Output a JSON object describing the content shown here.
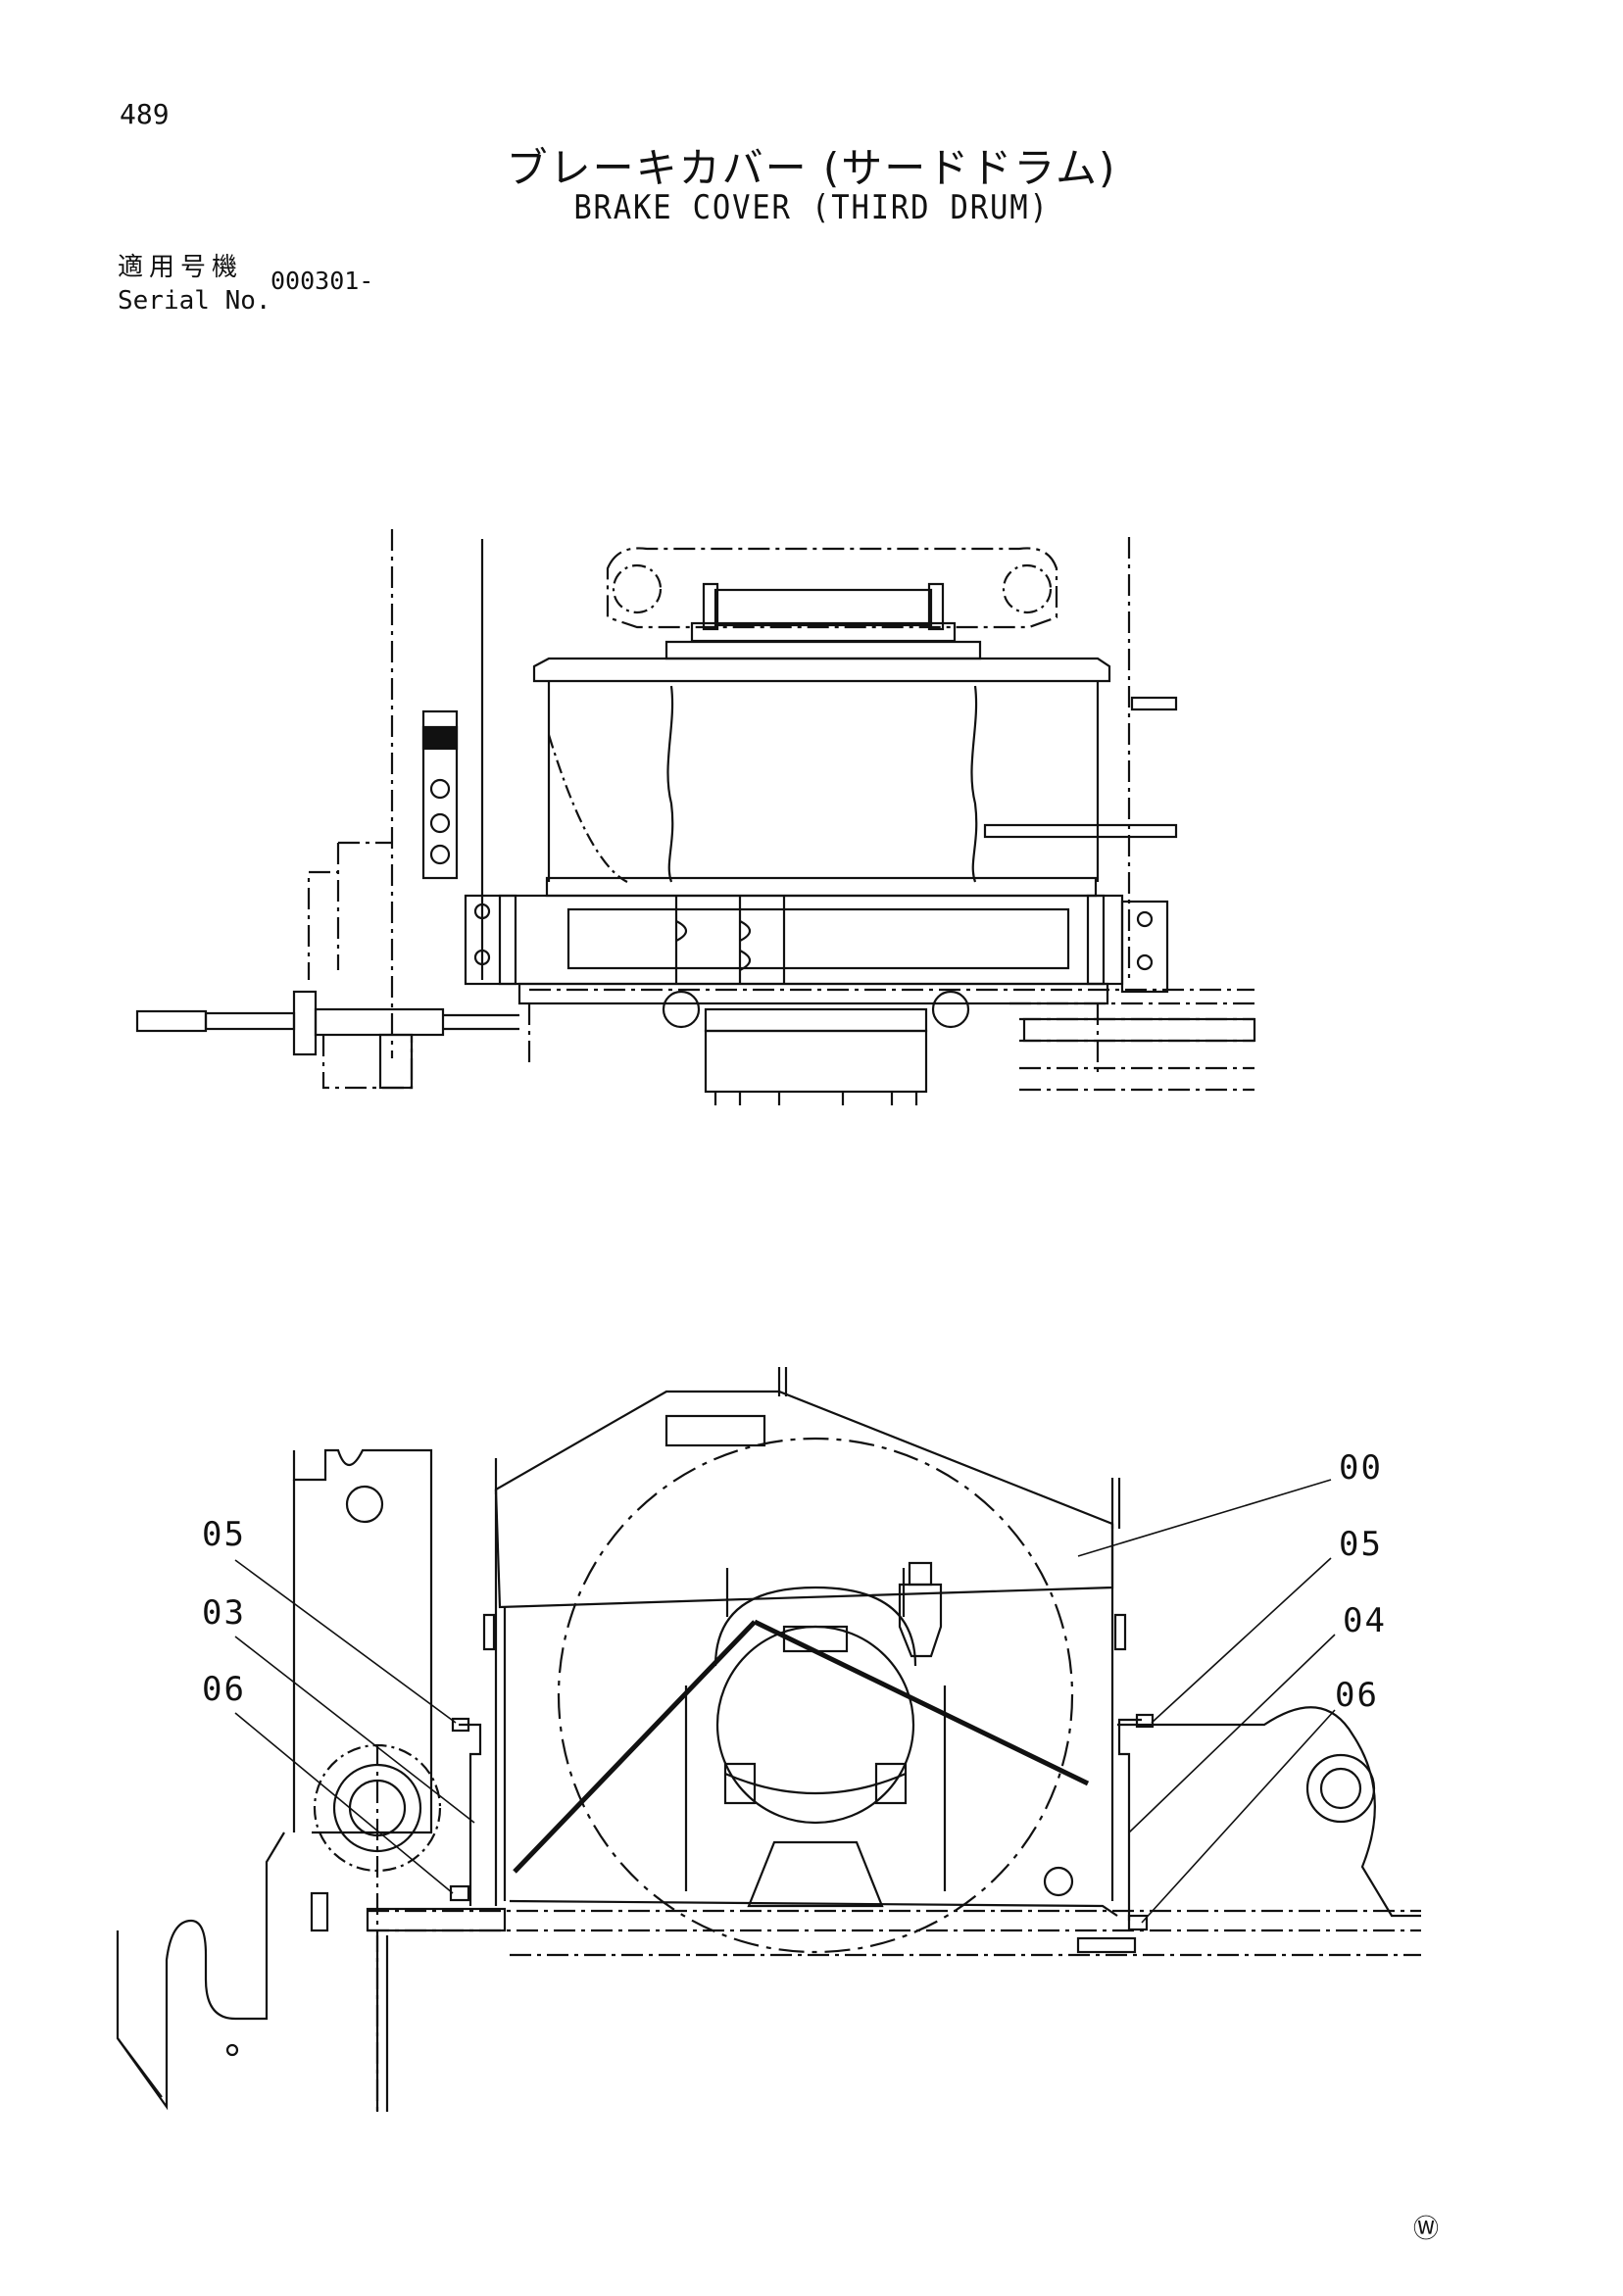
{
  "page": {
    "number": "489"
  },
  "title": {
    "japanese": "ブレーキカバー (サードドラム)",
    "english": "BRAKE COVER (THIRD DRUM)"
  },
  "serial": {
    "label_japanese": "適用号機",
    "label_english": "Serial No.",
    "value": "000301-"
  },
  "callouts": {
    "c00": "00",
    "c05_right": "05",
    "c04": "04",
    "c06_right": "06",
    "c05_left": "05",
    "c03": "03",
    "c06_left": "06"
  },
  "footer": {
    "mark": "Ⓦ"
  }
}
